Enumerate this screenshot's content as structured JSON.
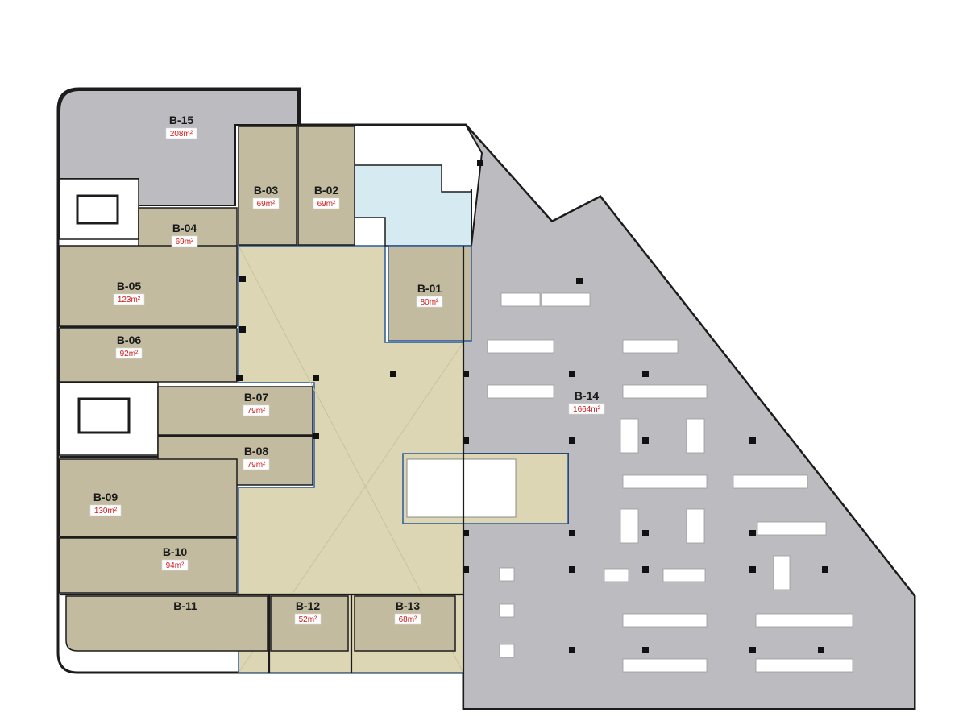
{
  "units": [
    {
      "id": "u15",
      "code": "B-15",
      "area": "208m²"
    },
    {
      "id": "u03",
      "code": "B-03",
      "area": "69m²"
    },
    {
      "id": "u02",
      "code": "B-02",
      "area": "69m²"
    },
    {
      "id": "u04",
      "code": "B-04",
      "area": "69m²"
    },
    {
      "id": "u05",
      "code": "B-05",
      "area": "123m²"
    },
    {
      "id": "u06",
      "code": "B-06",
      "area": "92m²"
    },
    {
      "id": "u01",
      "code": "B-01",
      "area": "80m²"
    },
    {
      "id": "u14",
      "code": "B-14",
      "area": "1664m²"
    },
    {
      "id": "u07",
      "code": "B-07",
      "area": "79m²"
    },
    {
      "id": "u08",
      "code": "B-08",
      "area": "79m²"
    },
    {
      "id": "u09",
      "code": "B-09",
      "area": "130m²"
    },
    {
      "id": "u10",
      "code": "B-10",
      "area": "94m²"
    },
    {
      "id": "u11",
      "code": "B-11",
      "area": ""
    },
    {
      "id": "u12",
      "code": "B-12",
      "area": "52m²"
    },
    {
      "id": "u13",
      "code": "B-13",
      "area": "68m²"
    }
  ],
  "colors": {
    "unit_fill": "#c2bb9f",
    "corridor_fill": "#ddd6b4",
    "large_unit_fill": "#bcbcc0",
    "service_fill": "#d6eaf2",
    "outline": "#1c1c1c",
    "partition": "#2a5a9a",
    "area_text": "#d01818",
    "label_text": "#1a1a1a"
  }
}
